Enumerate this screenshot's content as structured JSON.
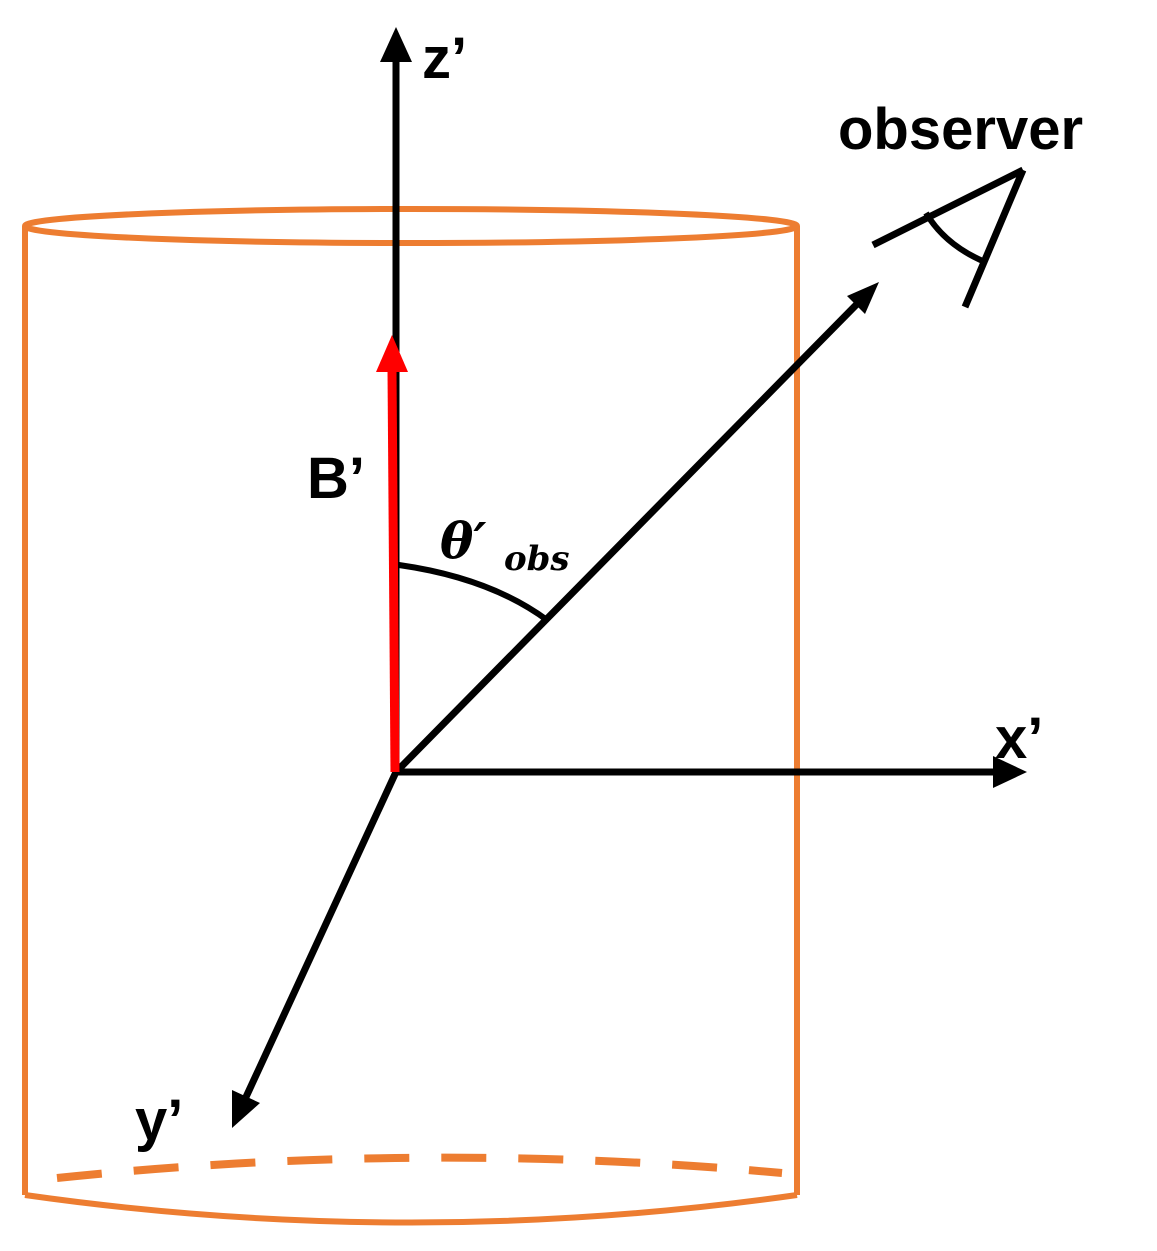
{
  "colors": {
    "cylinder": "#ED7D31",
    "axes": "#000000",
    "field_vector": "#FF0000",
    "background": "#FFFFFF"
  },
  "labels": {
    "z_axis": "z’",
    "x_axis": "x’",
    "y_axis": "y’",
    "field": "B’",
    "observer": "observer",
    "angle_symbol": "θ′",
    "angle_subscript": "obs"
  },
  "icons": {
    "observer": "eye-icon"
  }
}
